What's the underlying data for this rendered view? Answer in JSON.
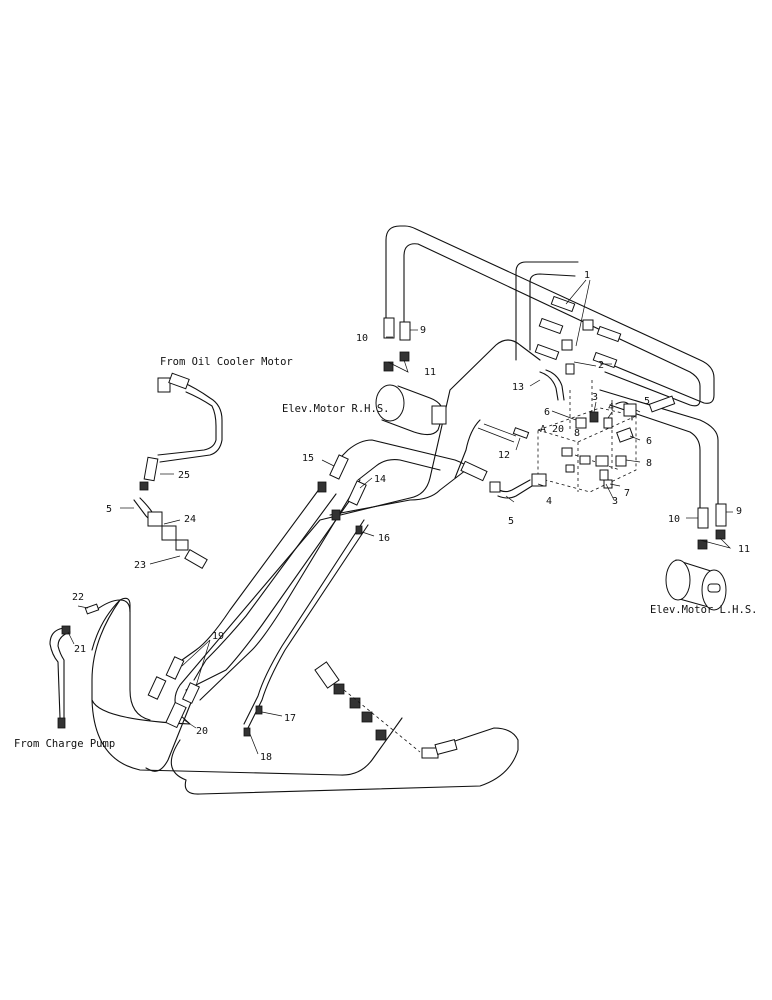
{
  "captions": {
    "oil_cooler": "From Oil Cooler Motor",
    "charge_pump": "From Charge Pump",
    "motor_rhs": "Elev.Motor R.H.S.",
    "motor_lhs": "Elev.Motor L.H.S.",
    "port_a": "A"
  },
  "callouts": {
    "c1": "1",
    "c2": "2",
    "c3a": "3",
    "c3b": "3",
    "c4a": "4",
    "c4b": "4",
    "c5a": "5",
    "c5b": "5",
    "c5c": "5",
    "c6a": "6",
    "c6b": "6",
    "c7": "7",
    "c8a": "8",
    "c8b": "8",
    "c9a": "9",
    "c9b": "9",
    "c10a": "10",
    "c10b": "10",
    "c11a": "11",
    "c11b": "11",
    "c12": "12",
    "c13": "13",
    "c14": "14",
    "c15": "15",
    "c16": "16",
    "c17": "17",
    "c18": "18",
    "c19": "19",
    "c20a": "20",
    "c20b": "20",
    "c21": "21",
    "c22": "22",
    "c23": "23",
    "c24": "24",
    "c25": "25"
  }
}
